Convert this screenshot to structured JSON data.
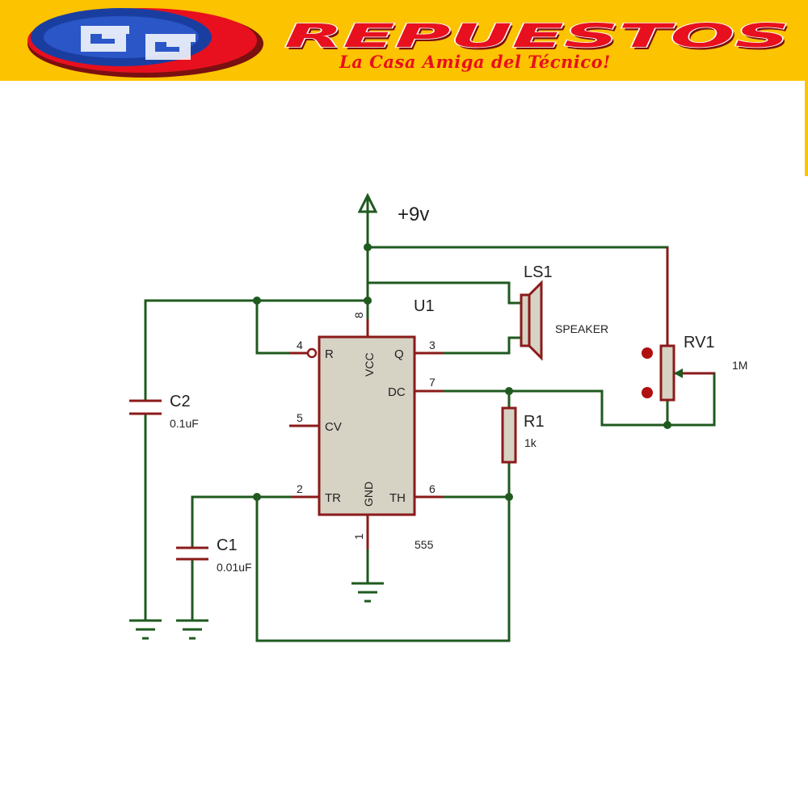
{
  "brand": {
    "logo_letters": "GG",
    "name": "REPUESTOS",
    "slogan": "La Casa Amiga del Técnico!",
    "colors": {
      "banner": "#fcc300",
      "red": "#e8101e",
      "blue": "#1a3ea0"
    }
  },
  "schematic": {
    "supply": "+9v",
    "ic": {
      "ref": "U1",
      "value": "555",
      "pins": {
        "reset": {
          "name": "R",
          "num": "4"
        },
        "vcc": {
          "name": "VCC",
          "num": "8"
        },
        "out": {
          "name": "Q",
          "num": "3"
        },
        "dis": {
          "name": "DC",
          "num": "7"
        },
        "cv": {
          "name": "CV",
          "num": "5"
        },
        "trig": {
          "name": "TR",
          "num": "2"
        },
        "gnd": {
          "name": "GND",
          "num": "1"
        },
        "thr": {
          "name": "TH",
          "num": "6"
        }
      }
    },
    "speaker": {
      "ref": "LS1",
      "label": "SPEAKER"
    },
    "pot": {
      "ref": "RV1",
      "value": "1M"
    },
    "r1": {
      "ref": "R1",
      "value": "1k"
    },
    "c1": {
      "ref": "C1",
      "value": "0.01uF"
    },
    "c2": {
      "ref": "C2",
      "value": "0.1uF"
    }
  }
}
